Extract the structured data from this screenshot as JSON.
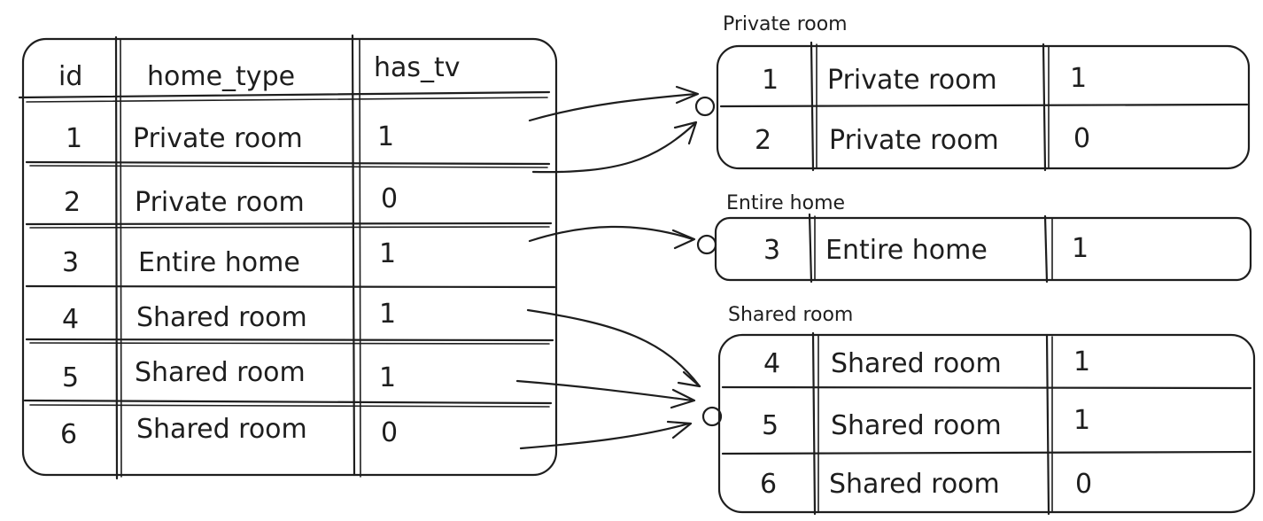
{
  "source_table": {
    "headers": [
      "id",
      "home_type",
      "has_tv"
    ],
    "rows": [
      [
        "1",
        "Private room",
        "1"
      ],
      [
        "2",
        "Private room",
        "0"
      ],
      [
        "3",
        "Entire home",
        "1"
      ],
      [
        "4",
        "Shared room",
        "1"
      ],
      [
        "5",
        "Shared room",
        "1"
      ],
      [
        "6",
        "Shared room",
        "0"
      ]
    ]
  },
  "groups": [
    {
      "label": "Private room",
      "rows": [
        [
          "1",
          "Private room",
          "1"
        ],
        [
          "2",
          "Private room",
          "0"
        ]
      ]
    },
    {
      "label": "Entire home",
      "rows": [
        [
          "3",
          "Entire home",
          "1"
        ]
      ]
    },
    {
      "label": "Shared room",
      "rows": [
        [
          "4",
          "Shared room",
          "1"
        ],
        [
          "5",
          "Shared room",
          "1"
        ],
        [
          "6",
          "Shared room",
          "0"
        ]
      ]
    }
  ]
}
